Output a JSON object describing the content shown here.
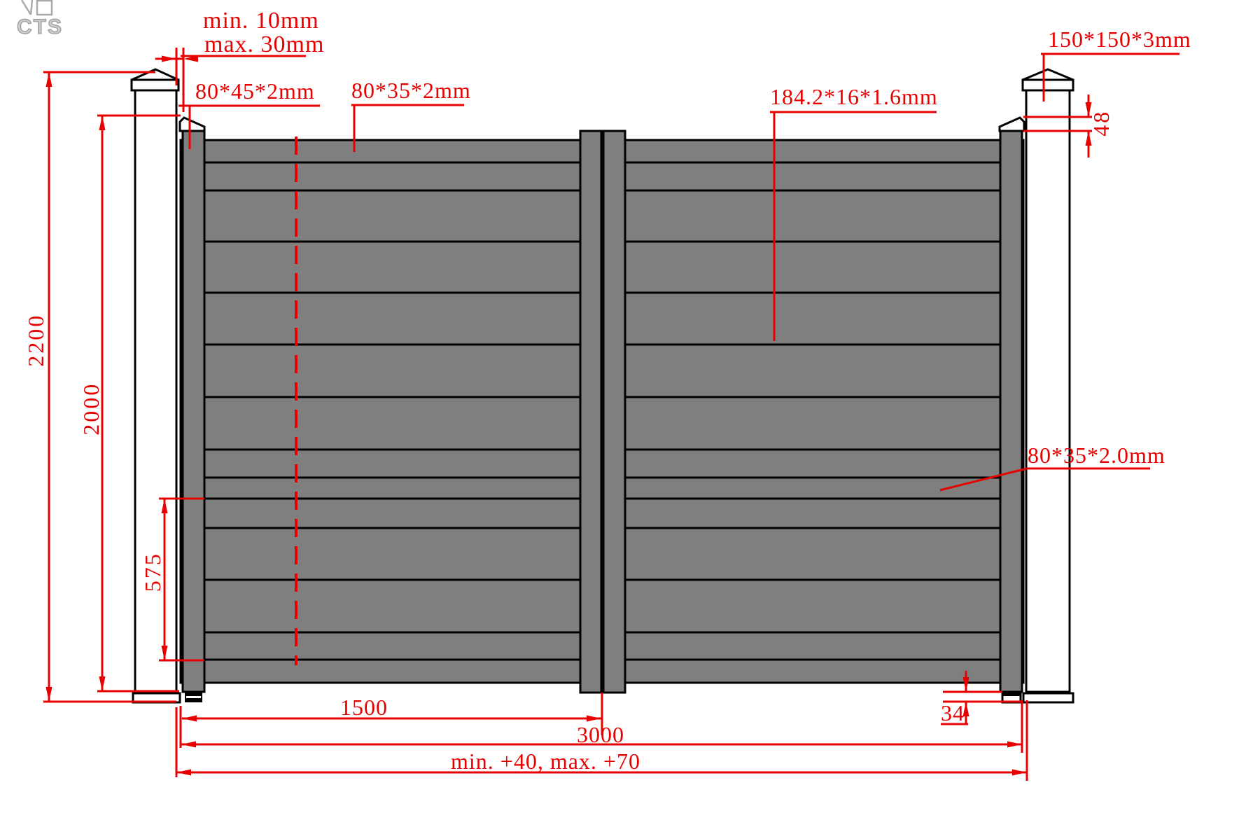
{
  "drawing": {
    "logo_text": "CTS",
    "annotations": {
      "gap_min": "min. 10mm",
      "gap_max": "max. 30mm",
      "hinge_stile_profile": "80*45*2mm",
      "top_rail_profile": "80*35*2mm",
      "infill_board_profile": "184.2*16*1.6mm",
      "post_profile": "150*150*3mm",
      "post_cap_height": "48",
      "overall_height": "2200",
      "leaf_height": "2000",
      "bottom_section_height": "575",
      "rail_profile": "80*35*2.0mm",
      "leaf_width": "1500",
      "gate_width": "3000",
      "opening_allowance": "min. +40, max. +70",
      "foot_height": "34"
    },
    "colors": {
      "dimension_red": "#e80000",
      "panel_gray": "#7f7f7f",
      "outline_black": "#000000",
      "logo_gray": "#aaaaaa"
    }
  }
}
